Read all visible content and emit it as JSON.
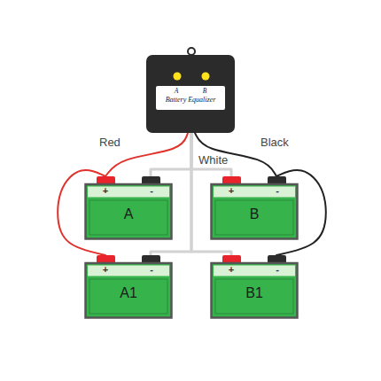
{
  "diagram": {
    "nodes": [
      {
        "text": [
          "A",
          "B",
          "Battery Equalizer"
        ]
      },
      {
        "text": [
          "A"
        ]
      },
      {
        "text": [
          "B"
        ]
      },
      {
        "text": [
          "A1"
        ]
      },
      {
        "text": [
          "B1"
        ]
      }
    ],
    "edges": [
      {
        "from": 0,
        "to": 1,
        "label": "Red",
        "arrow": "none"
      },
      {
        "from": 0,
        "to": 2,
        "label": "Black",
        "arrow": "none"
      },
      {
        "from": 0,
        "to": 1,
        "label": "White",
        "arrow": "none"
      },
      {
        "from": 0,
        "to": 2,
        "arrow": "none"
      },
      {
        "from": 0,
        "to": 3,
        "arrow": "none"
      },
      {
        "from": 0,
        "to": 4,
        "arrow": "none"
      },
      {
        "from": 1,
        "to": 3,
        "arrow": "none"
      },
      {
        "from": 2,
        "to": 4,
        "arrow": "none"
      }
    ],
    "labels": [
      "+",
      "-",
      "+",
      "-",
      "+",
      "-",
      "+",
      "-"
    ]
  }
}
